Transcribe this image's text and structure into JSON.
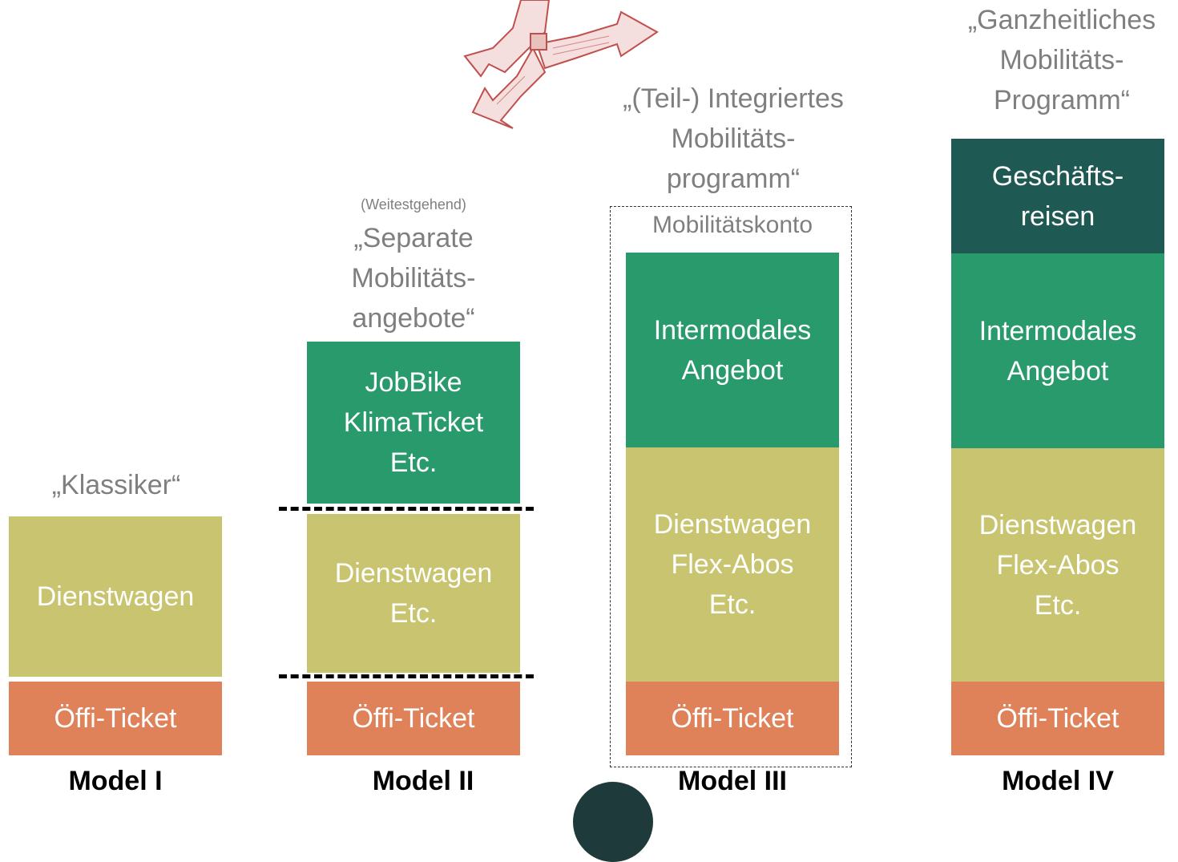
{
  "model1": {
    "title": "„Klassiker“",
    "blocks": {
      "top": "Dienstwagen",
      "bottom": "Öffi-Ticket"
    },
    "label": "Model I"
  },
  "model2": {
    "note": "(Weitestgehend)",
    "title": "„Separate\nMobilitäts-\nangebote“",
    "blocks": {
      "top": "JobBike\nKlimaTicket\nEtc.",
      "middle": "Dienstwagen\nEtc.",
      "bottom": "Öffi-Ticket"
    },
    "label": "Model II"
  },
  "model3": {
    "title": "„(Teil-) Integriertes\nMobilitäts-\nprogramm“",
    "konto": "Mobilitätskonto",
    "blocks": {
      "top": "Intermodales\nAngebot",
      "middle": "Dienstwagen\nFlex-Abos\nEtc.",
      "bottom": "Öffi-Ticket"
    },
    "label": "Model III"
  },
  "model4": {
    "title": "„Ganzheitliches\nMobilitäts-\nProgramm“",
    "blocks": {
      "top": "Geschäfts-\nreisen",
      "upper": "Intermodales\nAngebot",
      "middle": "Dienstwagen\nFlex-Abos\nEtc.",
      "bottom": "Öffi-Ticket"
    },
    "label": "Model IV"
  },
  "colors": {
    "orange": "#e08259",
    "olive": "#c8c46f",
    "green": "#299a6c",
    "dark_teal": "#1f5953"
  },
  "icons": [
    "crossroads-arrows-illustration"
  ]
}
